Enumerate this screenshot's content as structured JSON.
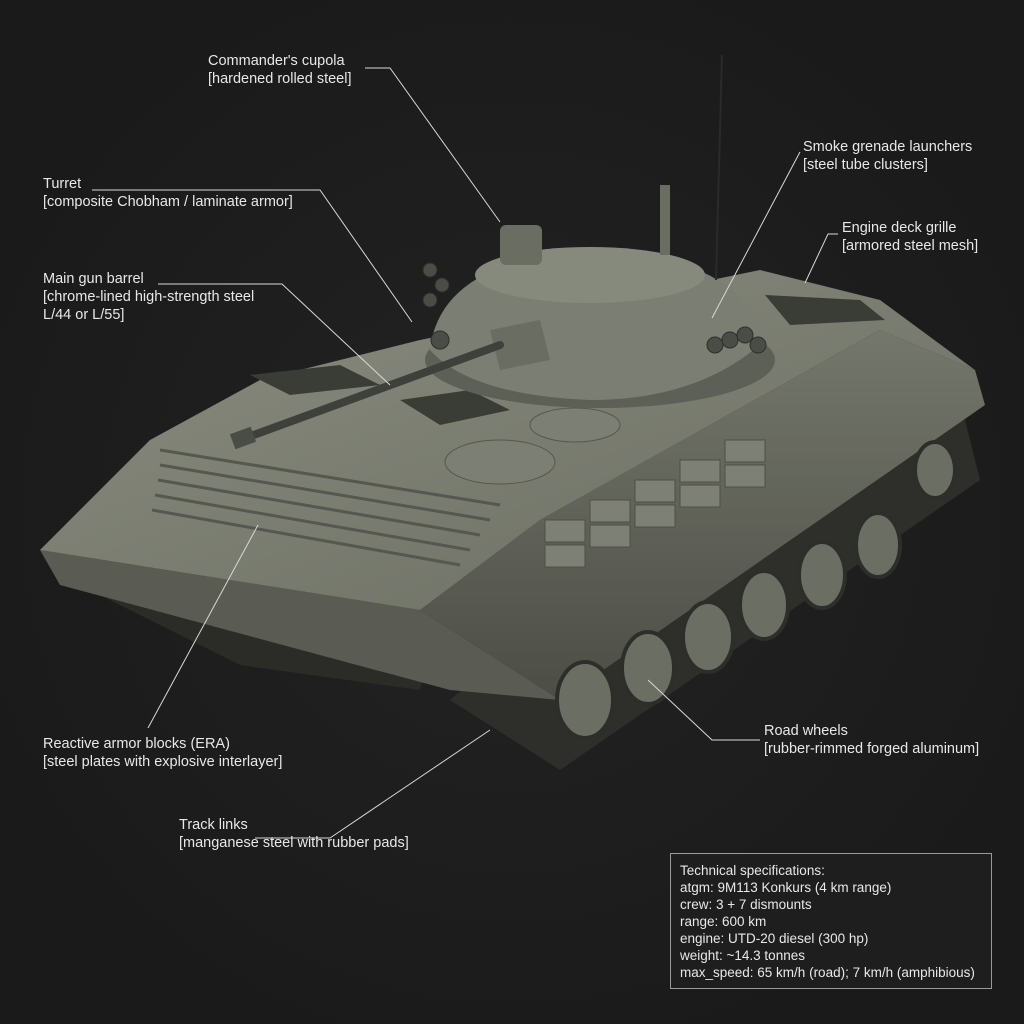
{
  "callouts": {
    "cupola": {
      "title": "Commander's cupola",
      "material": "[hardened rolled steel]"
    },
    "turret": {
      "title": "Turret",
      "material": "[composite Chobham / laminate armor]"
    },
    "gun": {
      "title": "Main gun barrel",
      "material": "[chrome-lined high-strength steel",
      "material2": "L/44 or L/55]"
    },
    "smoke": {
      "title": "Smoke grenade launchers",
      "material": "[steel tube clusters]"
    },
    "grille": {
      "title": "Engine deck grille",
      "material": "[armored steel mesh]"
    },
    "era": {
      "title": "Reactive armor blocks (ERA)",
      "material": "[steel plates with explosive interlayer]"
    },
    "wheels": {
      "title": "Road wheels",
      "material": "[rubber-rimmed forged aluminum]"
    },
    "tracks": {
      "title": "Track links",
      "material": "[manganese steel with rubber pads]"
    }
  },
  "specs": {
    "heading": "Technical specifications:",
    "lines": [
      "atgm: 9M113 Konkurs (4 km range)",
      "crew: 3 + 7 dismounts",
      "range: 600 km",
      "engine: UTD-20 diesel (300 hp)",
      "weight: ~14.3 tonnes",
      "max_speed: 65 km/h (road); 7 km/h (amphibious)"
    ]
  },
  "colors": {
    "background": "#1c1c1c",
    "vehicle": "#6c6f63",
    "leader_line": "#d8d8d8"
  }
}
